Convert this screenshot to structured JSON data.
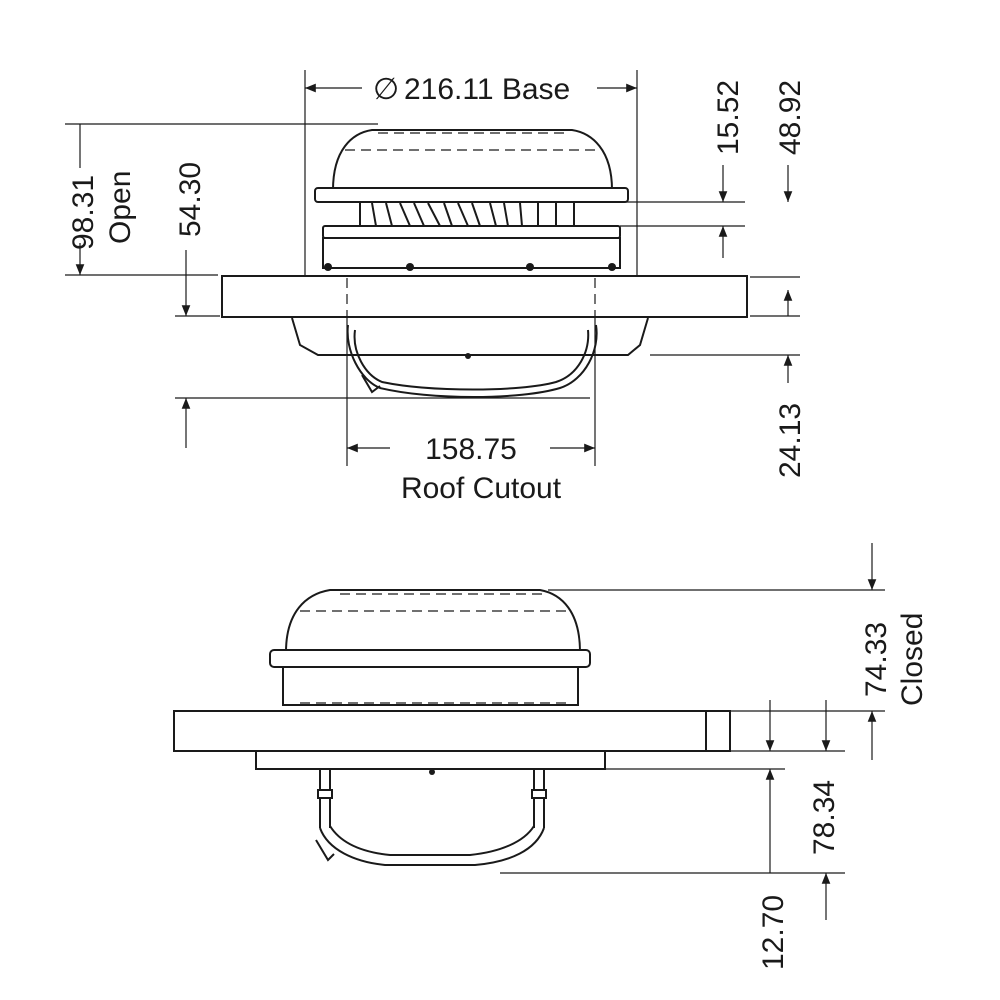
{
  "open_view": {
    "diameter_symbol": "∅",
    "base_diameter": "216.11 Base",
    "dim_15_52": "15.52",
    "dim_48_92": "48.92",
    "dim_98_31": "98.31",
    "open_label": "Open",
    "dim_54_30": "54.30",
    "dim_158_75": "158.75",
    "roof_cutout_label": "Roof Cutout",
    "dim_24_13": "24.13"
  },
  "closed_view": {
    "dim_74_33": "74.33",
    "closed_label": "Closed",
    "dim_78_34": "78.34",
    "dim_12_70": "12.70"
  }
}
